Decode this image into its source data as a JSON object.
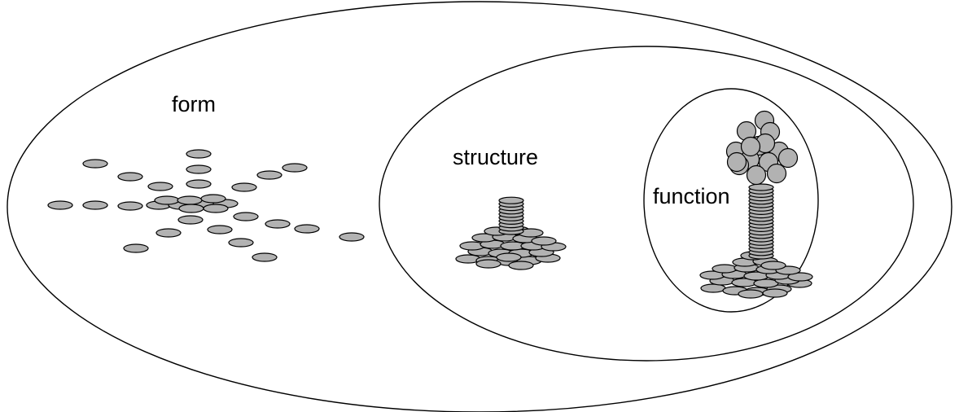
{
  "labels": {
    "form": "form",
    "structure": "structure",
    "function": "function"
  },
  "colors": {
    "outline": "#000000",
    "disc_fill": "#b2b2b2",
    "background": "#ffffff"
  }
}
